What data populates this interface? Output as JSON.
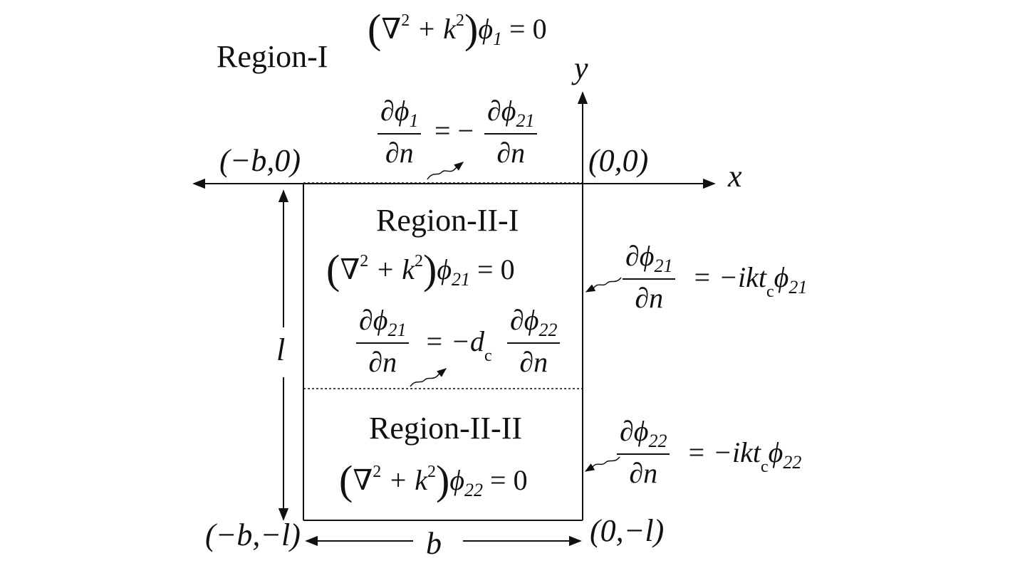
{
  "labels": {
    "region_1": "Region-I",
    "region_2_1": "Region-II-I",
    "region_2_2": "Region-II-II",
    "axis_x": "x",
    "axis_y": "y",
    "dim_l": "l",
    "dim_b": "b",
    "corner_top_left": "(−b,0)",
    "corner_top_right": "(0,0)",
    "corner_bottom_left": "(−b,−l)",
    "corner_bottom_right": "(0,−l)"
  },
  "equations": {
    "helmholtz_1": {
      "op": "∇",
      "sq": "2",
      "plus": "+ k",
      "sq2": "2",
      "phi": "ϕ",
      "sub": "1",
      "rhs": "= 0"
    },
    "helmholtz_21": {
      "op": "∇",
      "sq": "2",
      "plus": "+ k",
      "sq2": "2",
      "phi": "ϕ",
      "sub": "21",
      "rhs": "= 0"
    },
    "helmholtz_22": {
      "op": "∇",
      "sq": "2",
      "plus": "+ k",
      "sq2": "2",
      "phi": "ϕ",
      "sub": "22",
      "rhs": "= 0"
    },
    "bc_top": {
      "lhs_num": "∂ϕ",
      "lhs_num_sub": "1",
      "den": "∂n",
      "mid": "= −",
      "rhs_num": "∂ϕ",
      "rhs_num_sub": "21"
    },
    "bc_mid": {
      "lhs_num": "∂ϕ",
      "lhs_num_sub": "21",
      "den": "∂n",
      "mid": "= −d",
      "mid_sub": "c",
      "rhs_num": "∂ϕ",
      "rhs_num_sub": "22"
    },
    "bc_right_21": {
      "num": "∂ϕ",
      "num_sub": "21",
      "den": "∂n",
      "rhs": "= −ikt",
      "rhs_sub": "c",
      "rhs_phi": "ϕ",
      "rhs_phi_sub": "21"
    },
    "bc_right_22": {
      "num": "∂ϕ",
      "num_sub": "22",
      "den": "∂n",
      "rhs": "= −ikt",
      "rhs_sub": "c",
      "rhs_phi": "ϕ",
      "rhs_phi_sub": "22"
    }
  },
  "colors": {
    "ink": "#111111",
    "background": "#ffffff"
  }
}
